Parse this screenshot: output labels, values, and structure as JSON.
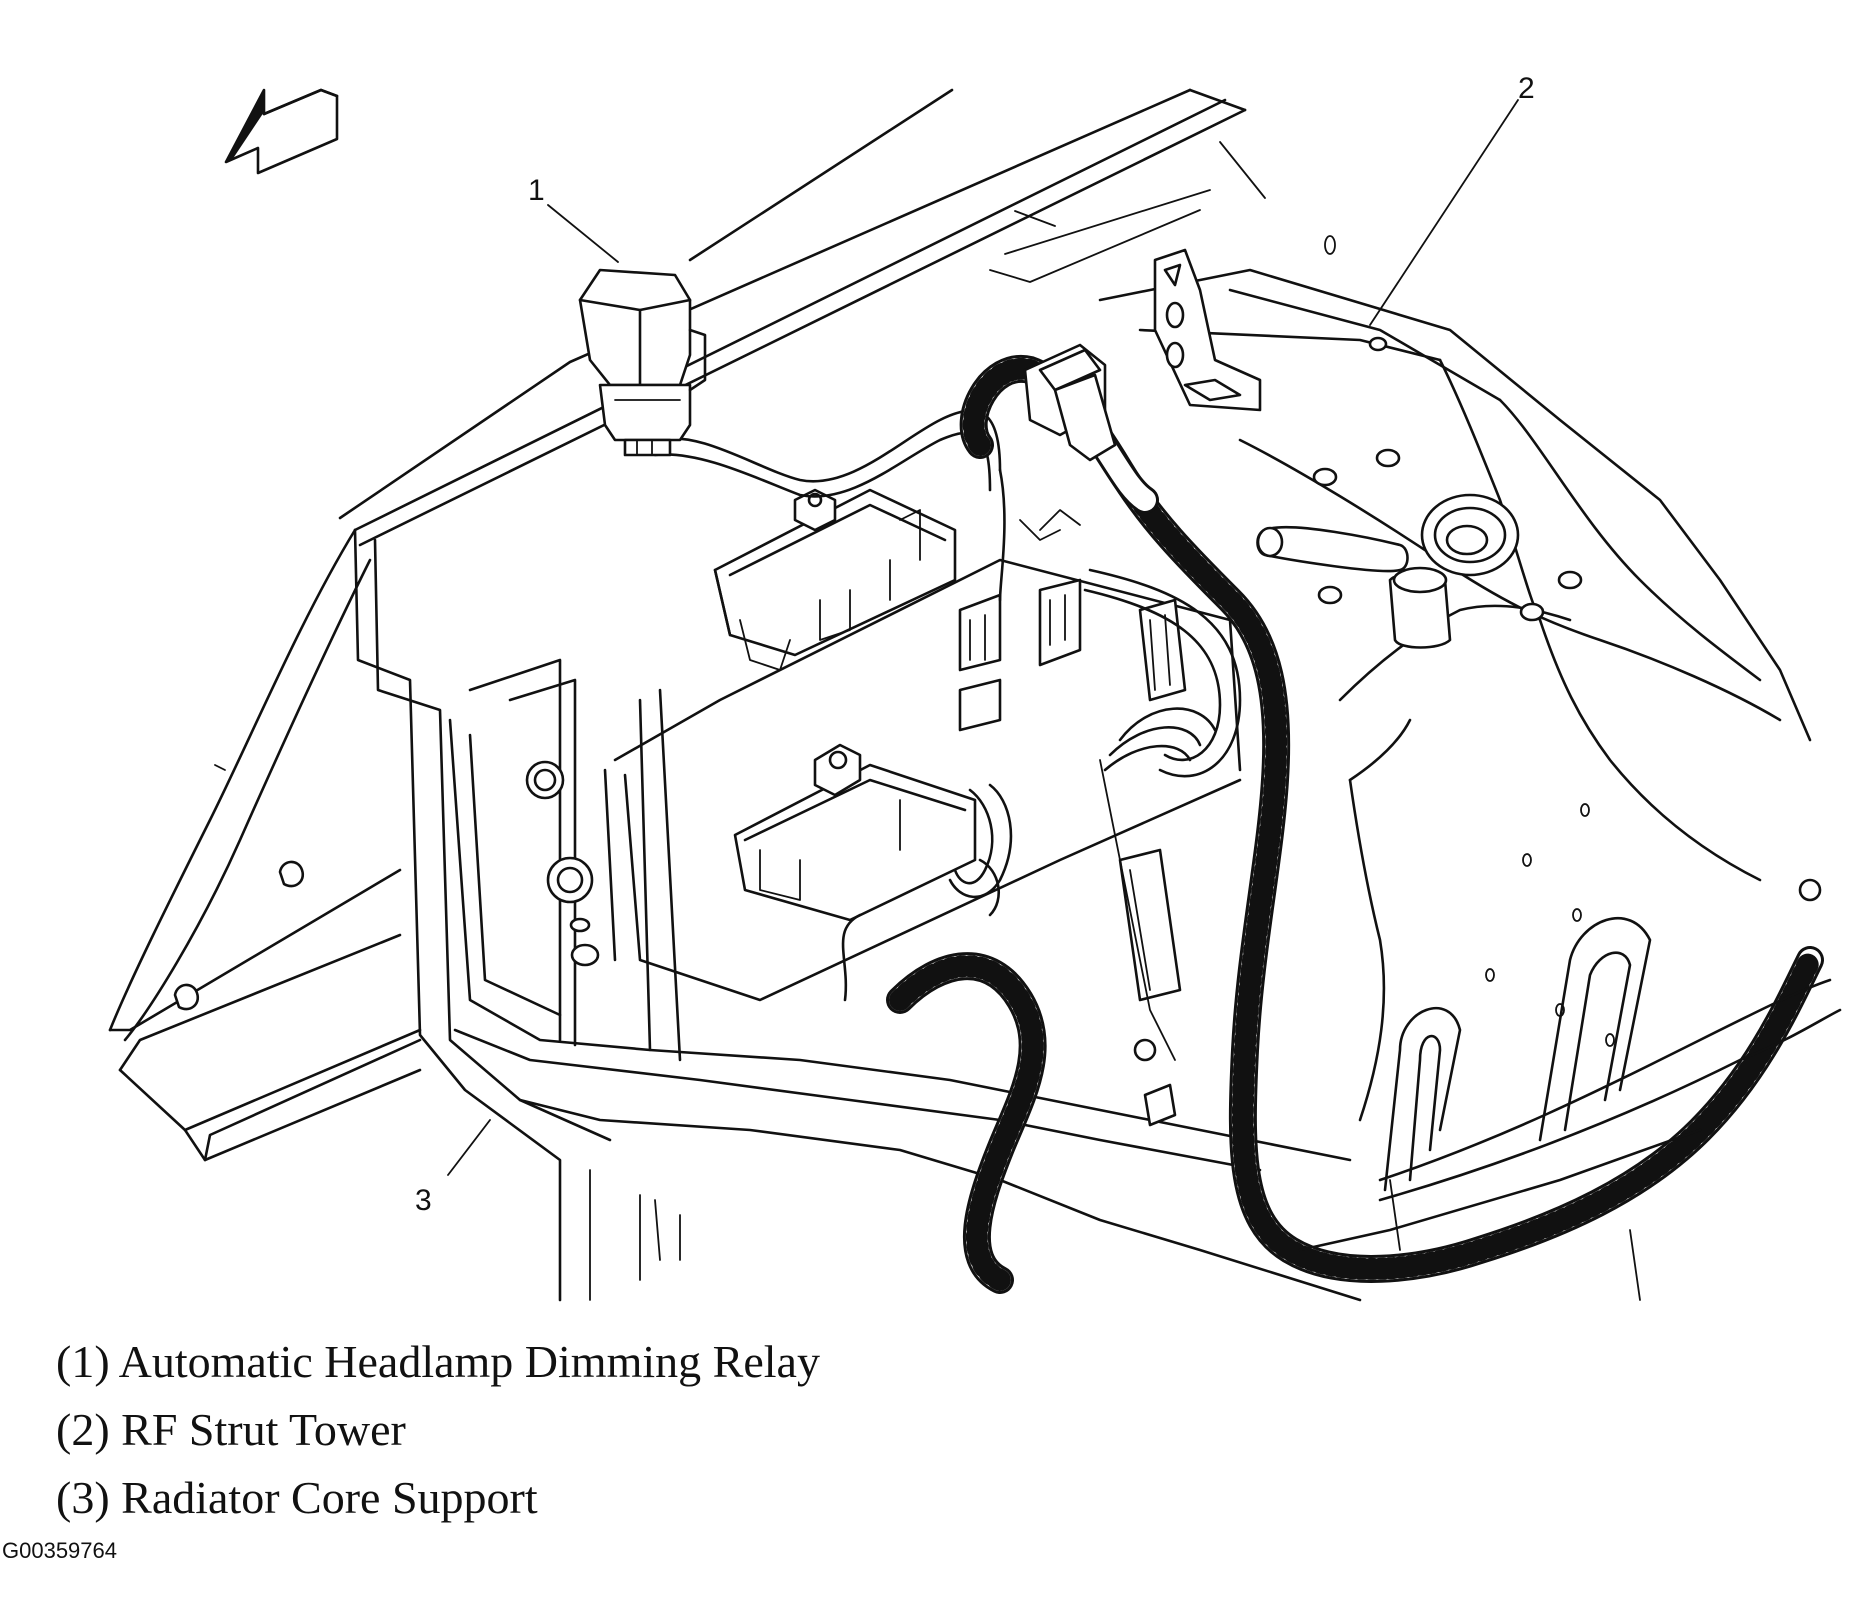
{
  "diagram": {
    "callouts": [
      "1",
      "2",
      "3"
    ],
    "direction_arrow": "front-arrow-icon"
  },
  "legend": [
    "(1) Automatic Headlamp Dimming Relay",
    "(2) RF Strut Tower",
    "(3) Radiator Core Support"
  ],
  "figure_id": "G00359764"
}
